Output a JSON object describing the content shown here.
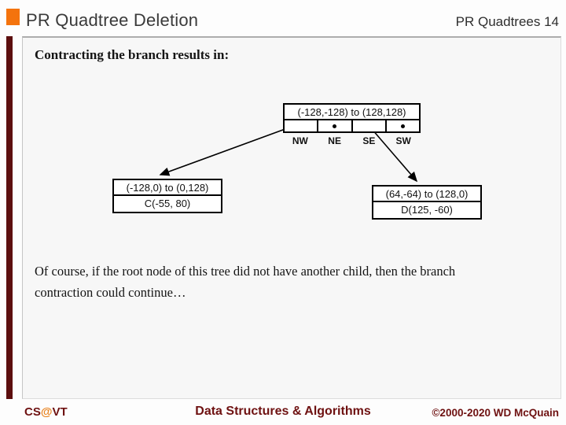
{
  "slide": {
    "title": "PR Quadtree Deletion",
    "page_label": "PR Quadtrees 14",
    "heading": "Contracting the branch results in:",
    "body_text": "Of course, if the root node of this tree did not have another child, then the branch contraction could continue…"
  },
  "diagram": {
    "root_node": {
      "region": "(-128,-128) to (128,128)",
      "quadrant_labels": [
        "NW",
        "NE",
        "SE",
        "SW"
      ],
      "null_pointer_quadrants": [
        "NE",
        "SW"
      ],
      "links": [
        {
          "from": "NW",
          "to": "left_child"
        },
        {
          "from": "SE",
          "to": "right_child"
        }
      ]
    },
    "left_child": {
      "region": "(-128,0) to (0,128)",
      "point": "C(-55, 80)"
    },
    "right_child": {
      "region": "(64,-64) to (128,0)",
      "point": "D(125, -60)"
    }
  },
  "footer": {
    "left_cs": "CS",
    "left_at": "@",
    "left_vt": "VT",
    "center": "Data Structures & Algorithms",
    "right": "©2000-2020 WD McQuain"
  },
  "colors": {
    "accent_orange": "#f4730d",
    "maroon_bar": "#5c0e0e",
    "footer_text": "#6e1111",
    "at_sign_orange": "#e8821e",
    "content_background": "#f7f7f7",
    "frame_border": "#adadad",
    "diagram_line": "#000000"
  }
}
